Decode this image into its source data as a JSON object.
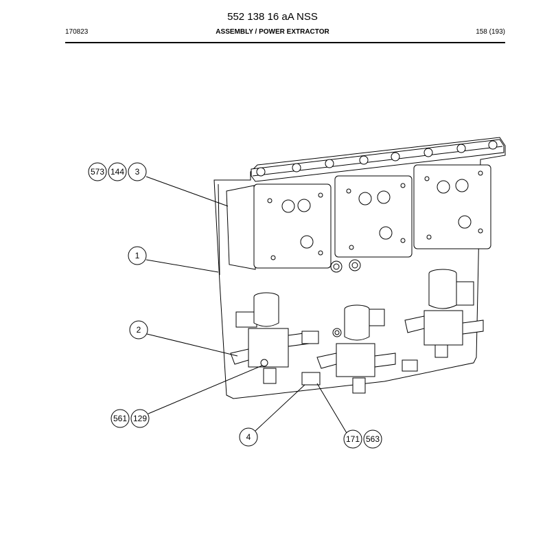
{
  "header": {
    "title": "552 138 16 aA NSS",
    "doc_number": "170823",
    "section": "ASSEMBLY / POWER EXTRACTOR",
    "page": "158 (193)"
  },
  "callouts": {
    "c573": "573",
    "c144": "144",
    "c3": "3",
    "c1": "1",
    "c2": "2",
    "c561": "561",
    "c129": "129",
    "c4": "4",
    "c171": "171",
    "c563": "563"
  }
}
